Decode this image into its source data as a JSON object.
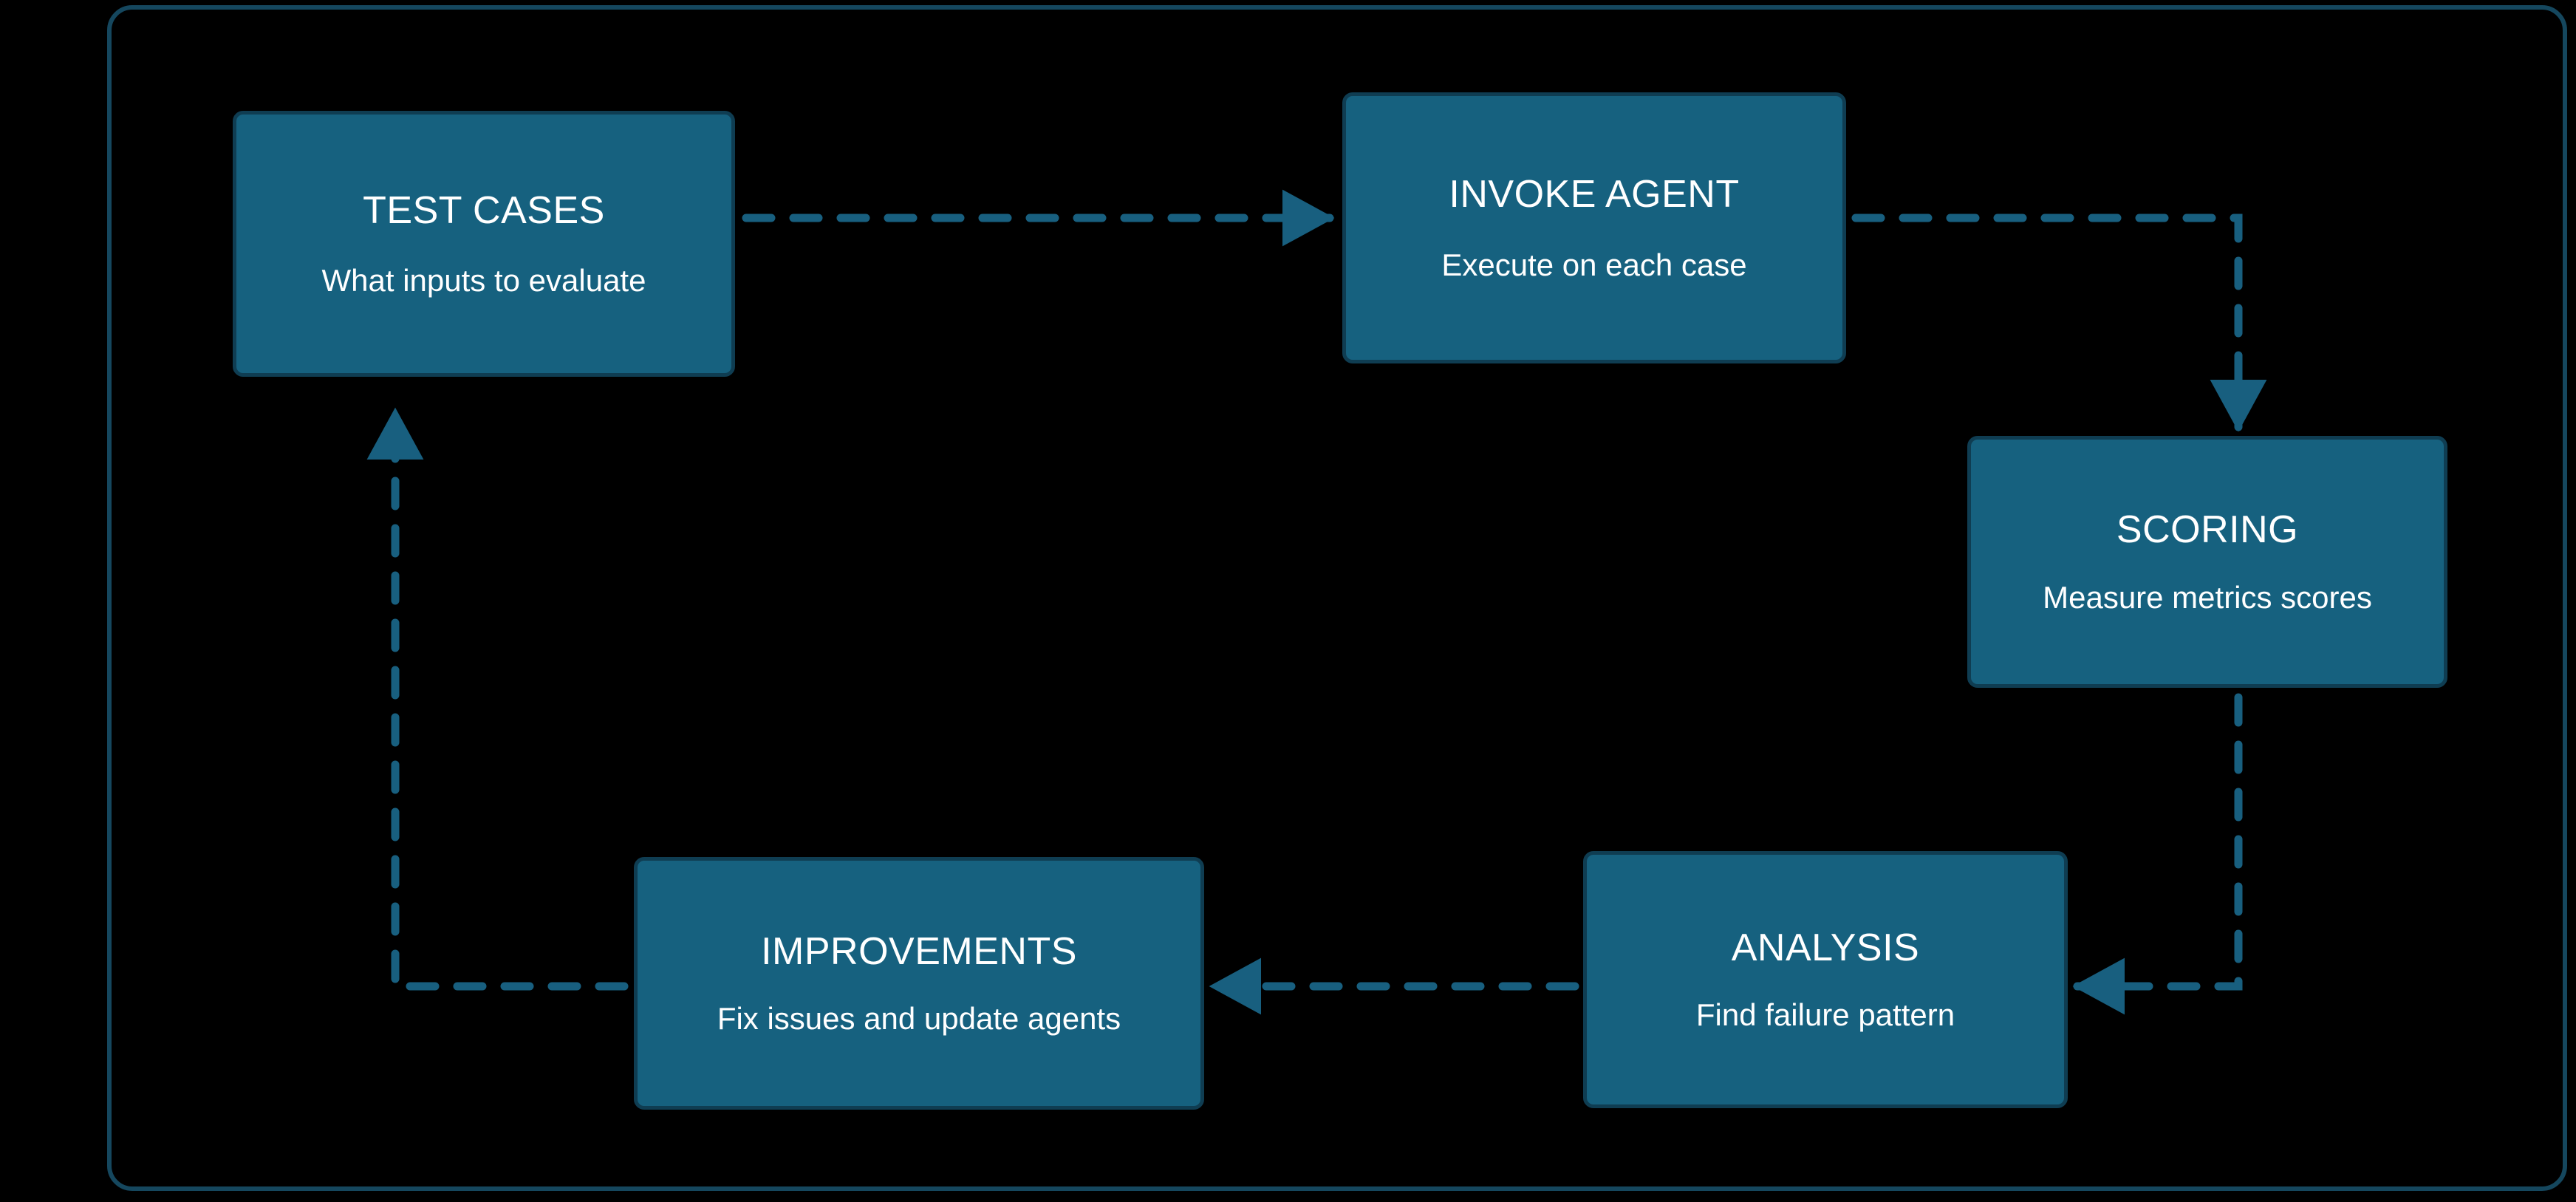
{
  "diagram": {
    "background_color": "#000000",
    "frame_color": "#15475e",
    "node_fill_color": "#16617f",
    "node_border_color": "#0f3d52",
    "node_text_color": "#ffffff",
    "connector_color": "#185f7f",
    "nodes": [
      {
        "id": "test-cases",
        "title": "TEST CASES",
        "subtitle": "What inputs to evaluate"
      },
      {
        "id": "invoke-agent",
        "title": "INVOKE AGENT",
        "subtitle": "Execute on each case"
      },
      {
        "id": "scoring",
        "title": "SCORING",
        "subtitle": "Measure metrics scores"
      },
      {
        "id": "analysis",
        "title": "ANALYSIS",
        "subtitle": "Find failure pattern"
      },
      {
        "id": "improvements",
        "title": "IMPROVEMENTS",
        "subtitle": "Fix issues and update agents"
      }
    ],
    "connectors": [
      {
        "id": "test-cases-to-invoke-agent",
        "from": "test-cases",
        "to": "invoke-agent",
        "style": "dashed",
        "direction": "right"
      },
      {
        "id": "invoke-agent-to-scoring",
        "from": "invoke-agent",
        "to": "scoring",
        "style": "dashed",
        "direction": "down"
      },
      {
        "id": "scoring-to-analysis",
        "from": "scoring",
        "to": "analysis",
        "style": "dashed",
        "direction": "left"
      },
      {
        "id": "analysis-to-improvements",
        "from": "analysis",
        "to": "improvements",
        "style": "dashed",
        "direction": "left"
      },
      {
        "id": "improvements-to-test-cases",
        "from": "improvements",
        "to": "test-cases",
        "style": "dashed",
        "direction": "up"
      }
    ]
  }
}
